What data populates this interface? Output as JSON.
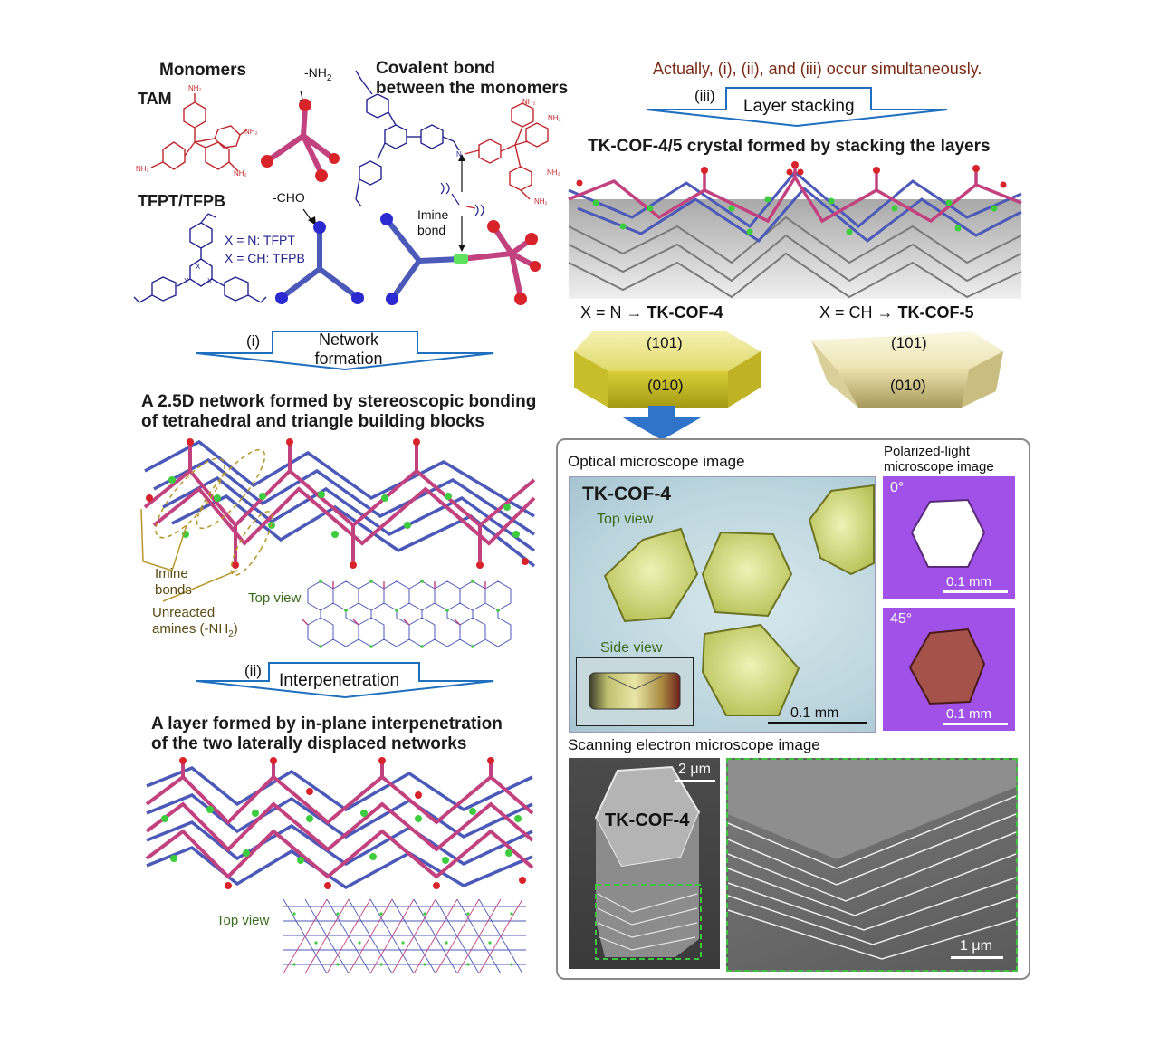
{
  "monomers": {
    "title": "Monomers",
    "tam_label": "TAM",
    "tfpt_label": "TFPT/TFPB",
    "nh2_label": "-NH",
    "nh2_sub": "2",
    "cho_label": "-CHO",
    "x_n_label": "X = N: TFPT",
    "x_ch_label": "X = CH: TFPB",
    "nh2_tag": "NH₂",
    "atom_x": "X",
    "atom_n": "N"
  },
  "covalent": {
    "title_line1": "Covalent bond",
    "title_line2": "between the monomers",
    "imine_line1": "Imine",
    "imine_line2": "bond"
  },
  "note": "Actually, (i), (ii), and (iii) occur simultaneously.",
  "steps": {
    "i_num": "(i)",
    "i_label_line1": "Network",
    "i_label_line2": "formation",
    "ii_num": "(ii)",
    "ii_label": "Interpenetration",
    "iii_num": "(iii)",
    "iii_label": "Layer stacking"
  },
  "network": {
    "title_line1": "A 2.5D network formed by stereoscopic bonding",
    "title_line2": "of tetrahedral and triangle building blocks",
    "imine_bonds_line1": "Imine",
    "imine_bonds_line2": "bonds",
    "unreacted_line1": "Unreacted",
    "unreacted_line2": "amines (-NH",
    "unreacted_sub": "2",
    "unreacted_end": ")",
    "top_view": "Top view"
  },
  "layer": {
    "title_line1": "A layer formed by in-plane interpenetration",
    "title_line2": "of the two laterally displaced networks",
    "top_view": "Top view"
  },
  "crystal": {
    "title": "TK-COF-4/5 crystal formed by stacking the layers",
    "cof4_prefix": "X = N → ",
    "cof4_name": "TK-COF-4",
    "cof5_prefix": "X = CH → ",
    "cof5_name": "TK-COF-5",
    "face_101": "(101)",
    "face_010": "(010)"
  },
  "microscopy": {
    "optical_title": "Optical microscope image",
    "sample": "TK-COF-4",
    "top_view": "Top view",
    "side_view": "Side view",
    "scale_01mm": "0.1 mm",
    "polarized_line1": "Polarized-light",
    "polarized_line2": "microscope image",
    "angle_0": "0°",
    "angle_45": "45°",
    "sem_title": "Scanning electron microscope image",
    "sem_sample": "TK-COF-4",
    "scale_2um": "2 μm",
    "scale_1um": "1 μm"
  },
  "colors": {
    "tam_red": "#c0262b",
    "tfpt_blue": "#23238f",
    "magenta": "#c2417f",
    "bond_blue": "#4b59b8",
    "imine_green": "#3dcc3d",
    "arrow_blue": "#1f6fbf",
    "crystal_yellow": "#e6e07a",
    "polar_purple": "#a052e8"
  }
}
